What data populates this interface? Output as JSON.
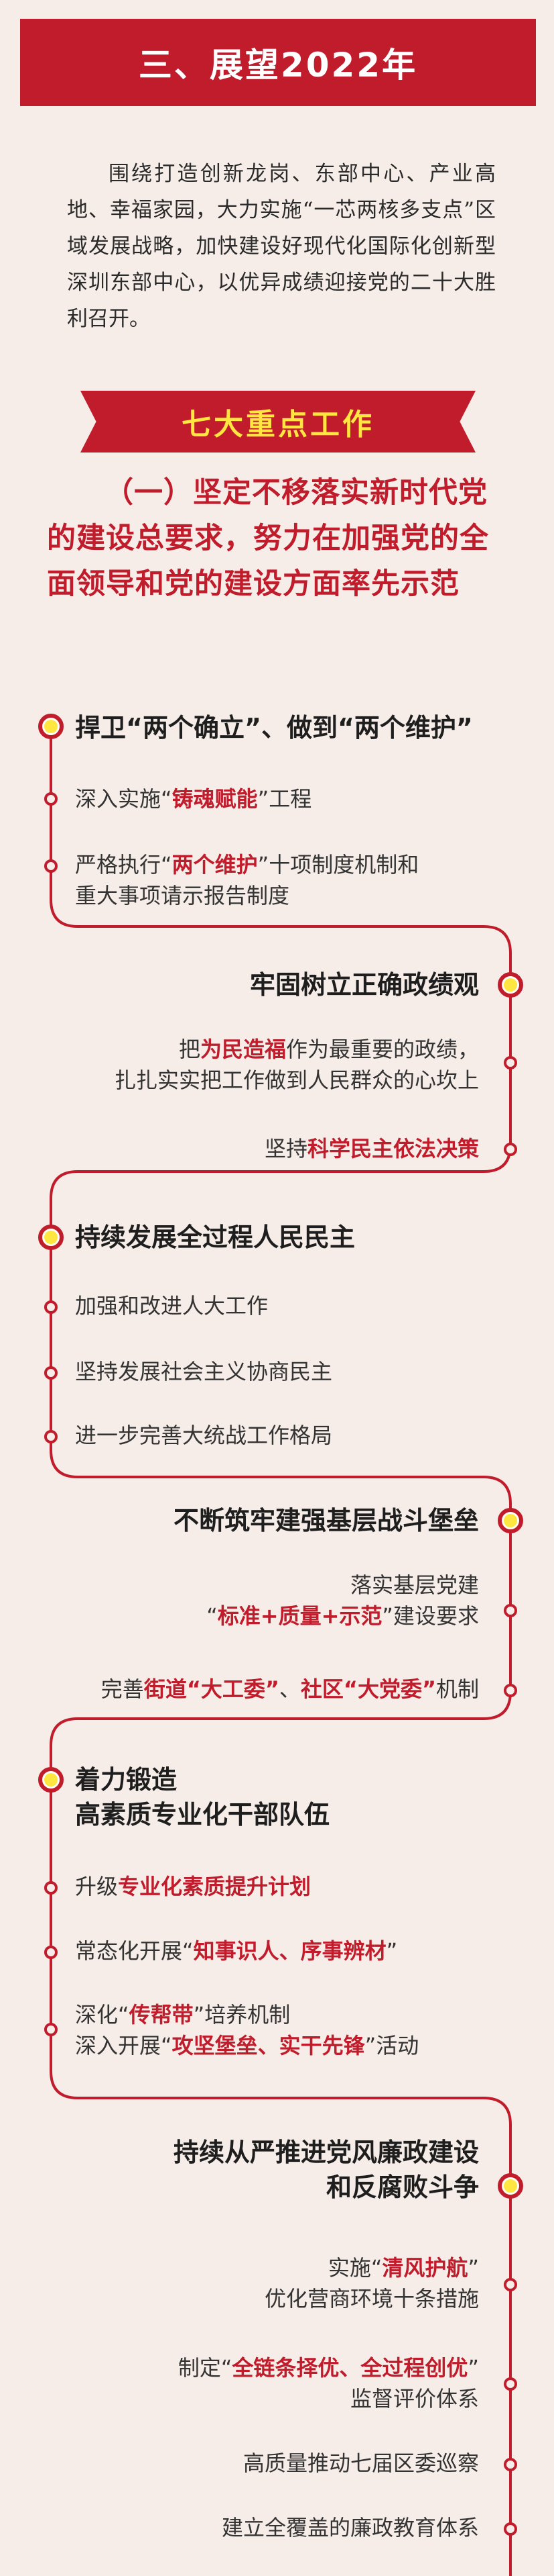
{
  "header": {
    "title": "三、展望2022年"
  },
  "intro": {
    "text": "围绕打造创新龙岗、东部中心、产业高地、幸福家园，大力实施“一芯两核多支点”区域发展战略，加快建设好现代化国际化创新型深圳东部中心，以优异成绩迎接党的二十大胜利召开。"
  },
  "ribbon": {
    "label": "七大重点工作"
  },
  "section": {
    "heading": "（一）坚定不移落实新时代党的建设总要求，努力在加强党的全面领导和党的建设方面率先示范"
  },
  "colors": {
    "red": "#c01c2c",
    "yellow": "#ffe640",
    "background": "#f6ede8"
  },
  "timeline": {
    "g1": {
      "head": "捍卫“两个确立”、做到“两个维护”",
      "i1": {
        "pre": "深入实施“",
        "hl": "铸魂赋能",
        "post": "”工程"
      },
      "i2": {
        "pre": "严格执行“",
        "hl": "两个维护",
        "post": "”十项制度机制和",
        "line2": "重大事项请示报告制度"
      }
    },
    "g2": {
      "head": "牢固树立正确政绩观",
      "i1": {
        "pre": "把",
        "hl": "为民造福",
        "post": "作为最重要的政绩，",
        "line2": "扎扎实实把工作做到人民群众的心坎上"
      },
      "i2": {
        "pre": "坚持",
        "hl": "科学民主依法决策"
      }
    },
    "g3": {
      "head": "持续发展全过程人民民主",
      "i1": "加强和改进人大工作",
      "i2": "坚持发展社会主义协商民主",
      "i3": "进一步完善大统战工作格局"
    },
    "g4": {
      "head": "不断筑牢建强基层战斗堡垒",
      "i1": {
        "line1": "落实基层党建",
        "pre2": "“",
        "hl": "标准+质量+示范",
        "post2": "”建设要求"
      },
      "i2": {
        "pre": "完善",
        "hl1": "街道“大工委”",
        "mid": "、",
        "hl2": "社区“大党委”",
        "post": "机制"
      }
    },
    "g5": {
      "head1": "着力锻造",
      "head2": "高素质专业化干部队伍",
      "i1": {
        "pre": "升级",
        "hl": "专业化素质提升计划"
      },
      "i2": {
        "pre": "常态化开展“",
        "hl": "知事识人、序事辨材",
        "post": "”"
      },
      "i3": {
        "pre": "深化“",
        "hl": "传帮带",
        "post": "”培养机制",
        "pre2": "深入开展“",
        "hl2": "攻坚堡垒、实干先锋",
        "post2": "”活动"
      }
    },
    "g6": {
      "head1": "持续从严推进党风廉政建设",
      "head2": "和反腐败斗争",
      "i1": {
        "pre": "实施“",
        "hl": "清风护航",
        "post": "”",
        "line2": "优化营商环境十条措施"
      },
      "i2": {
        "pre": "制定“",
        "hl": "全链条择优、全过程创优",
        "post": "”",
        "line2": "监督评价体系"
      },
      "i3": "高质量推动七届区委巡察",
      "i4": "建立全覆盖的廉政教育体系"
    }
  }
}
